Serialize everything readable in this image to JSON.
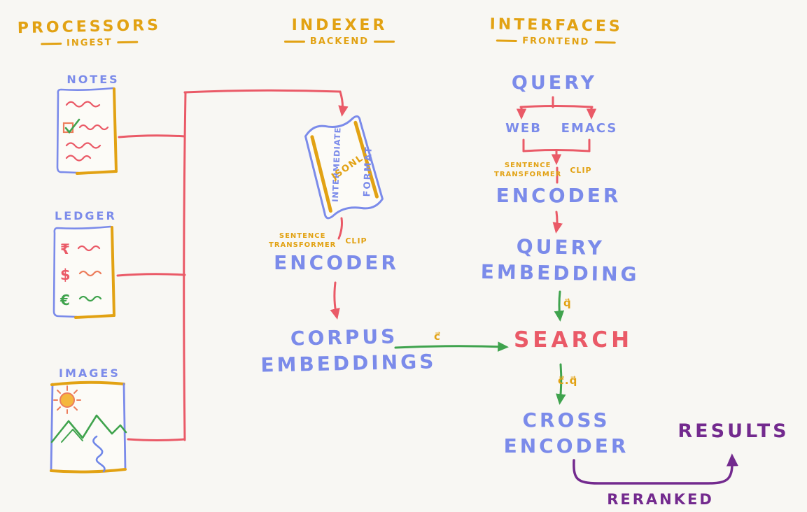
{
  "colors": {
    "background": "#f8f7f3",
    "yellow": "#e2a213",
    "blue": "#7b8bea",
    "red": "#ea5a67",
    "green": "#3fa34d",
    "purple": "#732a8e",
    "orange": "#ec7d5c"
  },
  "headers": {
    "processors": {
      "title": "PROCESSORS",
      "subtitle": "INGEST"
    },
    "indexer": {
      "title": "INDEXER",
      "subtitle": "BACKEND"
    },
    "interfaces": {
      "title": "INTERFACES",
      "subtitle": "FRONTEND"
    }
  },
  "processors": {
    "notes": {
      "label": "NOTES"
    },
    "ledger": {
      "label": "LEDGER",
      "symbols": {
        "rupee": "₹",
        "dollar": "$",
        "euro": "€"
      }
    },
    "images": {
      "label": "IMAGES"
    }
  },
  "indexer": {
    "scroll": {
      "left": "INTERMEDIATE",
      "center": "JSONL",
      "right": "FORMAT"
    },
    "model": {
      "line1": "SENTENCE",
      "line2": "TRANSFORMER",
      "tag": "CLIP"
    },
    "encoder": "ENCODER",
    "corpus": {
      "line1": "CORPUS",
      "line2": "EMBEDDINGS"
    },
    "vector": "c⃗"
  },
  "interfaces": {
    "query": "QUERY",
    "clients": {
      "web": "WEB",
      "emacs": "EMACS"
    },
    "model": {
      "line1": "SENTENCE",
      "line2": "TRANSFORMER",
      "tag": "CLIP"
    },
    "encoder": "ENCODER",
    "query_embedding": {
      "line1": "QUERY",
      "line2": "EMBEDDING"
    },
    "q_vector": "q⃗",
    "search": "SEARCH",
    "cq_vector": "c⃗.q⃗",
    "cross_encoder": {
      "line1": "CROSS",
      "line2": "ENCODER"
    },
    "reranked": "RERANKED",
    "results": "RESULTS"
  }
}
